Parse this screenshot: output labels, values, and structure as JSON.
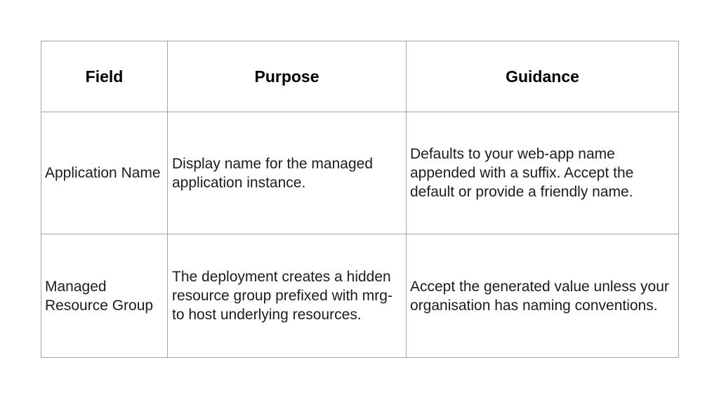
{
  "page": {
    "background": "#ffffff"
  },
  "table": {
    "border_color": "#a3a3a3",
    "header_text_color": "#000000",
    "body_text_color": "#1c1c1c",
    "columns": [
      {
        "label": "Field"
      },
      {
        "label": "Purpose"
      },
      {
        "label": "Guidance"
      }
    ],
    "rows": [
      {
        "field": "Application Name",
        "purpose": "Display name for the managed application instance.",
        "guidance": "Defaults to your web-app name appended with a suffix. Accept the default or provide a friendly name."
      },
      {
        "field": "Managed Resource Group",
        "purpose": "The deployment creates a hidden resource group prefixed with mrg- to host underlying resources.",
        "guidance": "Accept the generated value unless your organisation has naming conventions."
      }
    ]
  }
}
